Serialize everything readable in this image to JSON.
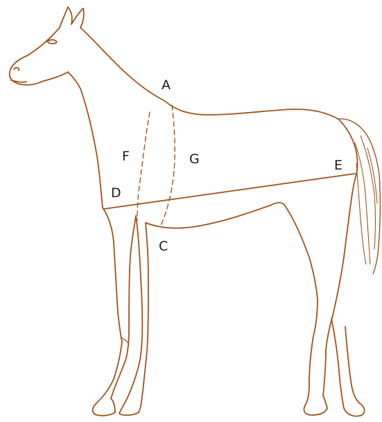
{
  "colors": {
    "background": "#ffffff",
    "ink": "#a0521c",
    "label": "#1a1a1a"
  },
  "figure": {
    "subject": "horse-outline-drawing",
    "labels": {
      "A": "A",
      "C": "C",
      "D": "D",
      "E": "E",
      "F": "F",
      "G": "G"
    }
  }
}
